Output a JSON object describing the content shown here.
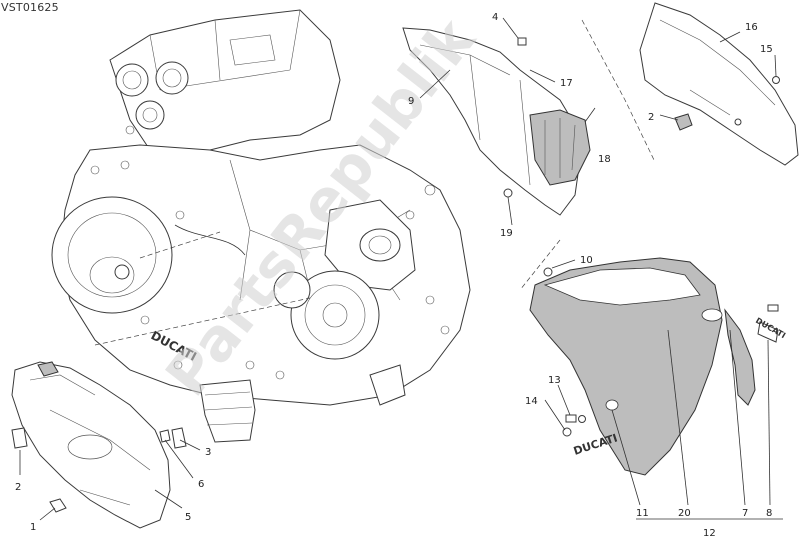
{
  "diagram_code": "VST01625",
  "watermark": "PartsRepublik",
  "logos": [
    "DUCATI"
  ],
  "callouts": [
    {
      "id": "c1",
      "label": "1"
    },
    {
      "id": "c2a",
      "label": "2"
    },
    {
      "id": "c2b",
      "label": "2"
    },
    {
      "id": "c3",
      "label": "3"
    },
    {
      "id": "c4",
      "label": "4"
    },
    {
      "id": "c5",
      "label": "5"
    },
    {
      "id": "c6",
      "label": "6"
    },
    {
      "id": "c7",
      "label": "7"
    },
    {
      "id": "c8",
      "label": "8"
    },
    {
      "id": "c9",
      "label": "9"
    },
    {
      "id": "c10",
      "label": "10"
    },
    {
      "id": "c11",
      "label": "11"
    },
    {
      "id": "c12",
      "label": "12"
    },
    {
      "id": "c13",
      "label": "13"
    },
    {
      "id": "c14",
      "label": "14"
    },
    {
      "id": "c15",
      "label": "15"
    },
    {
      "id": "c16",
      "label": "16"
    },
    {
      "id": "c17",
      "label": "17"
    },
    {
      "id": "c18",
      "label": "18"
    },
    {
      "id": "c19",
      "label": "19"
    },
    {
      "id": "c20",
      "label": "20"
    }
  ]
}
